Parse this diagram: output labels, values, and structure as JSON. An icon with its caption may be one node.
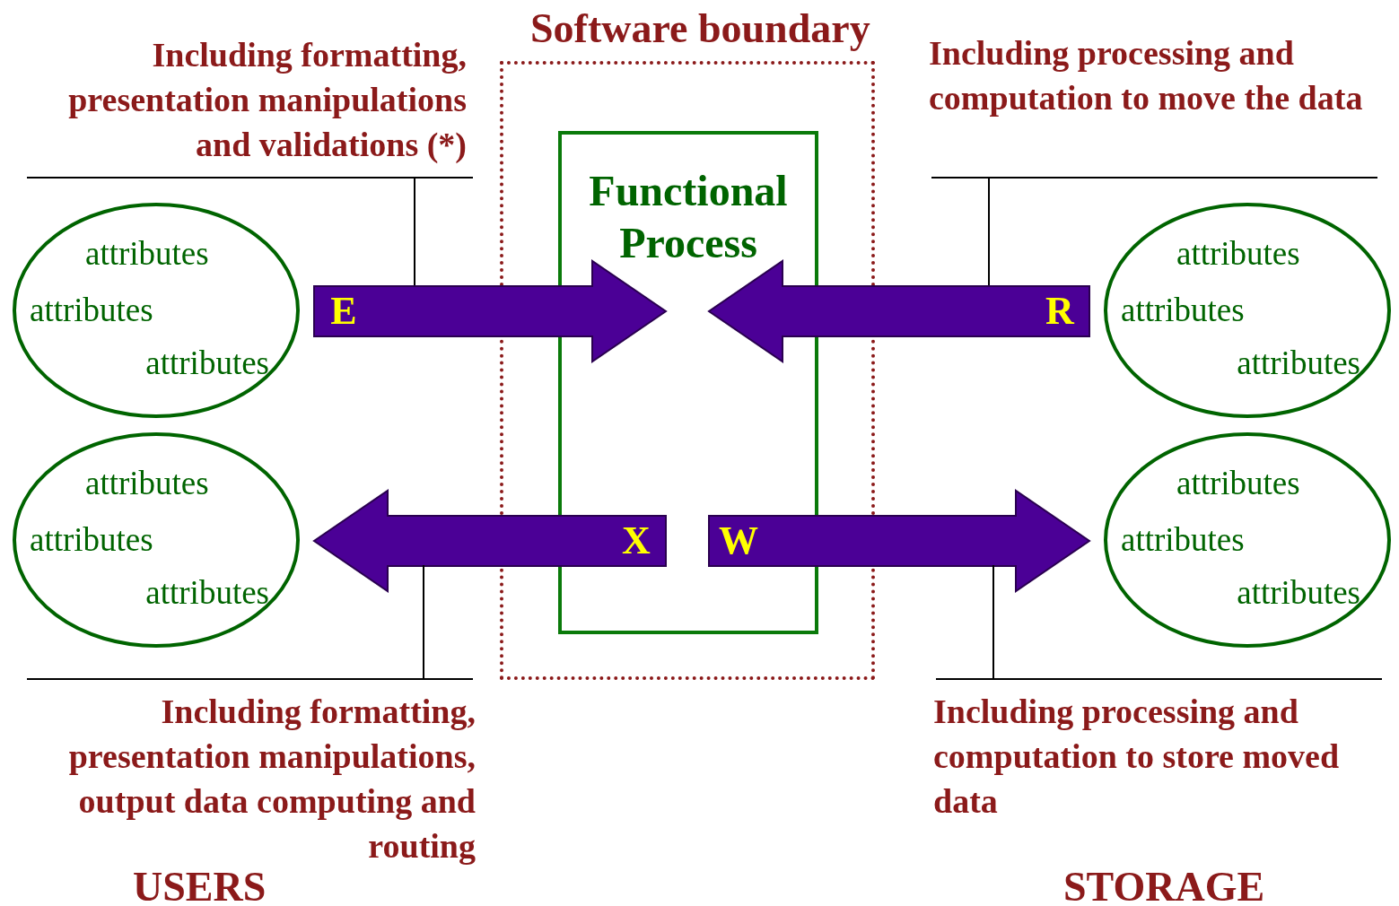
{
  "diagram": {
    "nodes": [
      {
        "text": [
          "Software boundary"
        ]
      },
      {
        "text": [
          "Functional Process"
        ],
        "in": 0
      },
      {
        "text": [
          "Including formatting, presentation manipulations and validations (*)"
        ]
      },
      {
        "text": [
          "Including processing and computation to move the data"
        ]
      },
      {
        "text": [
          "attributes",
          "attributes",
          "attributes"
        ]
      },
      {
        "text": [
          "attributes",
          "attributes",
          "attributes"
        ]
      },
      {
        "text": [
          "attributes",
          "attributes",
          "attributes"
        ]
      },
      {
        "text": [
          "attributes",
          "attributes",
          "attributes"
        ]
      },
      {
        "text": [
          "Including formatting, presentation manipulations, output data computing and routing"
        ]
      },
      {
        "text": [
          "Including processing and computation to store moved data"
        ]
      }
    ],
    "edges": [
      {
        "from": 4,
        "to": 1,
        "arrow": "to",
        "label": "E",
        "style": "thick",
        "color": "#4b0096"
      },
      {
        "from": 5,
        "to": 1,
        "arrow": "to",
        "label": "R",
        "style": "thick",
        "color": "#4b0096"
      },
      {
        "from": 1,
        "to": 6,
        "arrow": "to",
        "label": "X",
        "style": "thick",
        "color": "#4b0096"
      },
      {
        "from": 1,
        "to": 7,
        "arrow": "to",
        "label": "W",
        "style": "thick",
        "color": "#4b0096"
      },
      {
        "from": 2,
        "to": null,
        "arrow": "none"
      },
      {
        "from": 3,
        "to": null,
        "arrow": "none"
      },
      {
        "from": 8,
        "to": null,
        "arrow": "none"
      },
      {
        "from": 9,
        "to": null,
        "arrow": "none"
      }
    ],
    "labels": [
      "USERS",
      "STORAGE"
    ]
  }
}
